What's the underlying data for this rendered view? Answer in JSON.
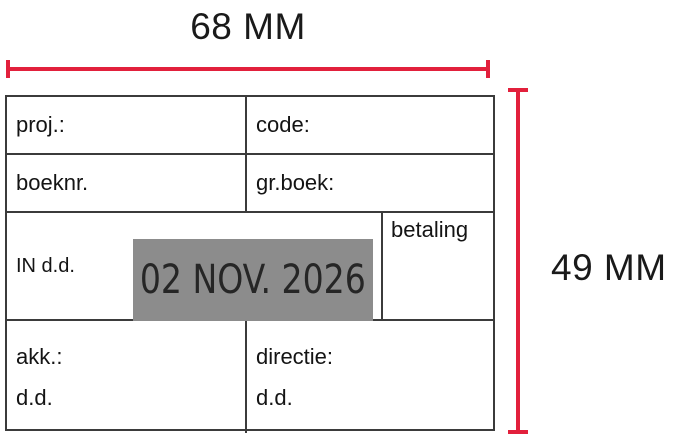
{
  "dimensions": {
    "width_label": "68 MM",
    "height_label": "49 MM",
    "line_color": "#e2203c"
  },
  "stamp": {
    "border_color": "#3b3b3b",
    "rows": [
      {
        "left_label": "proj.:",
        "right_label": "code:"
      },
      {
        "left_label": "boeknr.",
        "right_label": "gr.boek:"
      }
    ],
    "date_row": {
      "in_label": "IN d.d.",
      "date_value": "02 NOV. 2026",
      "date_box_color": "#8c8c8c",
      "betaling_label": "betaling"
    },
    "signature_row": {
      "left_label_1": "akk.:",
      "left_label_2": "d.d.",
      "right_label_1": "directie:",
      "right_label_2": "d.d."
    }
  }
}
